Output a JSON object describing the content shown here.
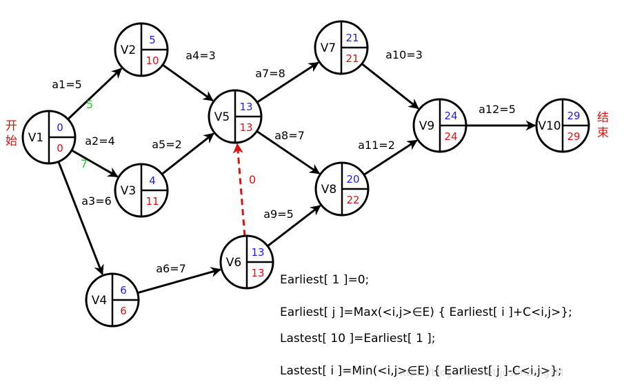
{
  "colors": {
    "early_time": "#1a1aff",
    "late_time": "#e01010",
    "weight_note": "#22cc22",
    "dummy_edge": "#e01010",
    "edge": "#000000"
  },
  "labels": {
    "start": [
      "开",
      "始"
    ],
    "end": [
      "结",
      "束"
    ]
  },
  "nodes": [
    {
      "id": "V1",
      "early": "0",
      "late": "0"
    },
    {
      "id": "V2",
      "early": "5",
      "late": "10"
    },
    {
      "id": "V3",
      "early": "4",
      "late": "11"
    },
    {
      "id": "V4",
      "early": "6",
      "late": "6"
    },
    {
      "id": "V5",
      "early": "13",
      "late": "13"
    },
    {
      "id": "V6",
      "early": "13",
      "late": "13"
    },
    {
      "id": "V7",
      "early": "21",
      "late": "21"
    },
    {
      "id": "V8",
      "early": "20",
      "late": "22"
    },
    {
      "id": "V9",
      "early": "24",
      "late": "24"
    },
    {
      "id": "V10",
      "early": "29",
      "late": "29"
    }
  ],
  "edges": [
    {
      "id": "a1",
      "from": "V1",
      "to": "V2",
      "label": "a1=5",
      "note": "5"
    },
    {
      "id": "a2",
      "from": "V1",
      "to": "V3",
      "label": "a2=4",
      "note": "7"
    },
    {
      "id": "a3",
      "from": "V1",
      "to": "V4",
      "label": "a3=6"
    },
    {
      "id": "a4",
      "from": "V2",
      "to": "V5",
      "label": "a4=3"
    },
    {
      "id": "a5",
      "from": "V3",
      "to": "V5",
      "label": "a5=2"
    },
    {
      "id": "a6",
      "from": "V4",
      "to": "V6",
      "label": "a6=7"
    },
    {
      "id": "a7",
      "from": "V5",
      "to": "V7",
      "label": "a7=8"
    },
    {
      "id": "a8",
      "from": "V5",
      "to": "V8",
      "label": "a8=7"
    },
    {
      "id": "a9",
      "from": "V6",
      "to": "V8",
      "label": "a9=5"
    },
    {
      "id": "a10",
      "from": "V7",
      "to": "V9",
      "label": "a10=3"
    },
    {
      "id": "a11",
      "from": "V8",
      "to": "V9",
      "label": "a11=2"
    },
    {
      "id": "a12",
      "from": "V9",
      "to": "V10",
      "label": "a12=5"
    },
    {
      "id": "dummy",
      "from": "V6",
      "to": "V5",
      "label": "0",
      "dashed": true
    }
  ],
  "formulas": [
    "Earliest[ 1 ]=0;",
    "Earliest[ j ]=Max(<i,j>∈E) { Earliest[ i ]+C<i,j>};",
    "Lastest[ 10 ]=Earliest[ 1 ];",
    "Lastest[ i ]=Min(<i,j>∈E) { Earliest[ j ]-C<i,j>};"
  ],
  "watermark": "https://blog.csdn.net/justinzengTM"
}
